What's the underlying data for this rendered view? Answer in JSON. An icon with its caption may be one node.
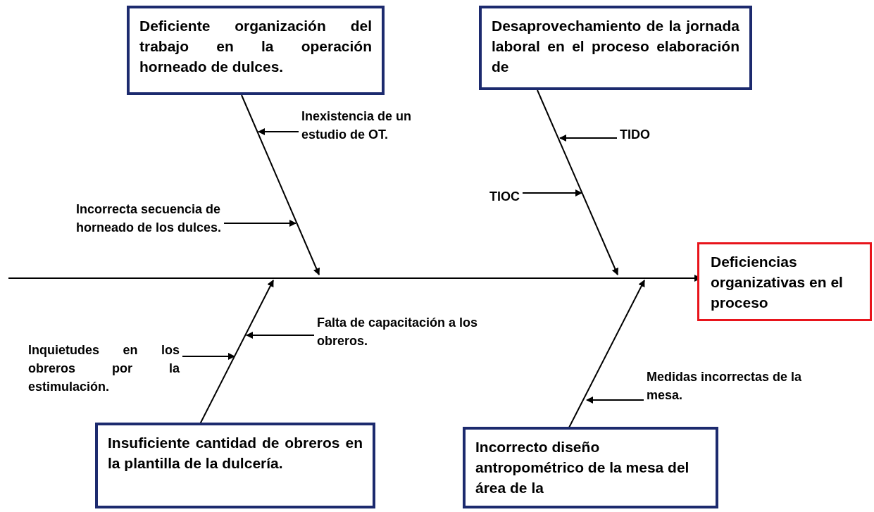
{
  "diagram": {
    "nodes": [
      {
        "text": [
          "Deficiente organización del trabajo en la operación horneado de dulces."
        ]
      },
      {
        "text": [
          "Desaprovechamiento de la jornada laboral en el proceso elaboración de"
        ]
      },
      {
        "text": [
          "Deficiencias organizativas en el proceso"
        ]
      },
      {
        "text": [
          "Insuficiente cantidad de obreros en la plantilla de la dulcería."
        ]
      },
      {
        "text": [
          "Incorrecto diseño antropométrico de la mesa del área de la"
        ]
      },
      {
        "text": [
          "Inexistencia de un estudio de OT."
        ]
      },
      {
        "text": [
          "Incorrecta secuencia de horneado de los dulces."
        ]
      },
      {
        "text": [
          "TIDO"
        ]
      },
      {
        "text": [
          "TIOC"
        ]
      },
      {
        "text": [
          "Falta de capacitación a los obreros."
        ]
      },
      {
        "text": [
          "Inquietudes en los obreros por la estimulación."
        ]
      },
      {
        "text": [
          "Medidas incorrectas de la mesa."
        ]
      }
    ],
    "edges": [
      {
        "from": null,
        "to": 2,
        "arrow": "to"
      },
      {
        "from": 0,
        "to": null,
        "arrow": "to"
      },
      {
        "from": 1,
        "to": null,
        "arrow": "to"
      },
      {
        "from": 3,
        "to": null,
        "arrow": "to"
      },
      {
        "from": 4,
        "to": null,
        "arrow": "to"
      },
      {
        "from": 5,
        "to": null,
        "arrow": "to"
      },
      {
        "from": 6,
        "to": null,
        "arrow": "to"
      },
      {
        "from": 7,
        "to": null,
        "arrow": "to"
      },
      {
        "from": 8,
        "to": null,
        "arrow": "to"
      },
      {
        "from": 9,
        "to": null,
        "arrow": "to"
      },
      {
        "from": 10,
        "to": null,
        "arrow": "to"
      },
      {
        "from": 11,
        "to": null,
        "arrow": "to"
      }
    ]
  }
}
